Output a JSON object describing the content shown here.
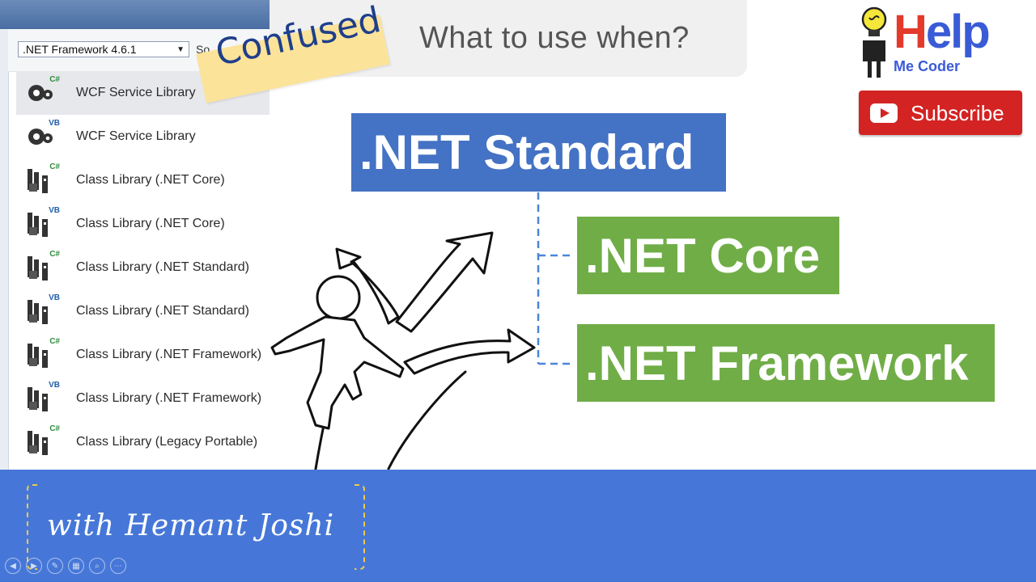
{
  "vs_panel": {
    "framework_select": ".NET Framework 4.6.1",
    "sort_label": "So",
    "templates": [
      {
        "label": "WCF Service Library",
        "lang": "C#",
        "kind": "wcf",
        "selected": true
      },
      {
        "label": "WCF Service Library",
        "lang": "VB",
        "kind": "wcf",
        "selected": false
      },
      {
        "label": "Class Library (.NET Core)",
        "lang": "C#",
        "kind": "lib",
        "selected": false
      },
      {
        "label": "Class Library (.NET Core)",
        "lang": "VB",
        "kind": "lib",
        "selected": false
      },
      {
        "label": "Class Library (.NET Standard)",
        "lang": "C#",
        "kind": "lib",
        "selected": false
      },
      {
        "label": "Class Library (.NET Standard)",
        "lang": "VB",
        "kind": "lib",
        "selected": false
      },
      {
        "label": "Class Library (.NET Framework)",
        "lang": "C#",
        "kind": "lib",
        "selected": false
      },
      {
        "label": "Class Library (.NET Framework)",
        "lang": "VB",
        "kind": "lib",
        "selected": false
      },
      {
        "label": "Class Library (Legacy Portable)",
        "lang": "C#",
        "kind": "lib",
        "selected": false
      }
    ]
  },
  "sticky_note": "Confused",
  "question": "What to use when?",
  "logo": {
    "help": "Help",
    "me_coder": "Me Coder"
  },
  "subscribe_label": "Subscribe",
  "diagram": {
    "standard": ".NET Standard",
    "core": ".NET Core",
    "framework": ".NET Framework"
  },
  "author": "with Hemant Joshi",
  "colors": {
    "standard_blue": "#4472c4",
    "green": "#70ad47",
    "bottom_bar": "#4677d8",
    "sticky": "#fbe39a",
    "subscribe_red": "#d32323"
  }
}
